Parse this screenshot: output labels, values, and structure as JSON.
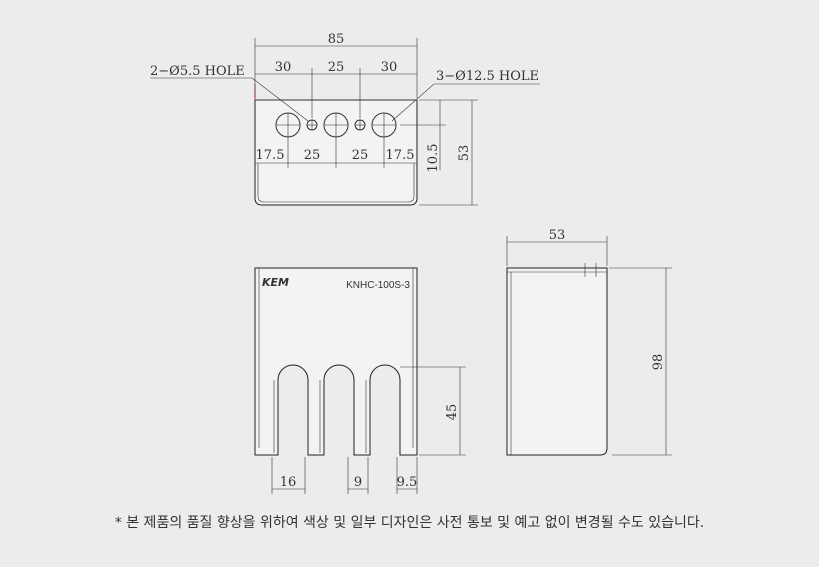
{
  "top_view": {
    "dims": {
      "overall_width": "85",
      "pitch_1": "30",
      "pitch_2": "25",
      "pitch_3": "30",
      "edge_left": "17.5",
      "spacing_1": "25",
      "spacing_2": "25",
      "edge_right": "17.5",
      "hole_height": "10.5",
      "depth": "53"
    },
    "labels": {
      "small_holes": "2−Ø5.5 HOLE",
      "large_holes": "3−Ø12.5 HOLE"
    }
  },
  "front_view": {
    "brand": "KEM",
    "model": "KNHC-100S-3",
    "dims": {
      "slot_depth": "45",
      "slot_width": "16",
      "gap_width": "9",
      "edge_width": "9.5"
    }
  },
  "side_view": {
    "dims": {
      "depth": "53",
      "height": "98"
    }
  },
  "footnote": "* 본 제품의 품질 향상을 위하여 색상 및 일부 디자인은 사전 통보 및 예고 없이 변경될 수도 있습니다."
}
